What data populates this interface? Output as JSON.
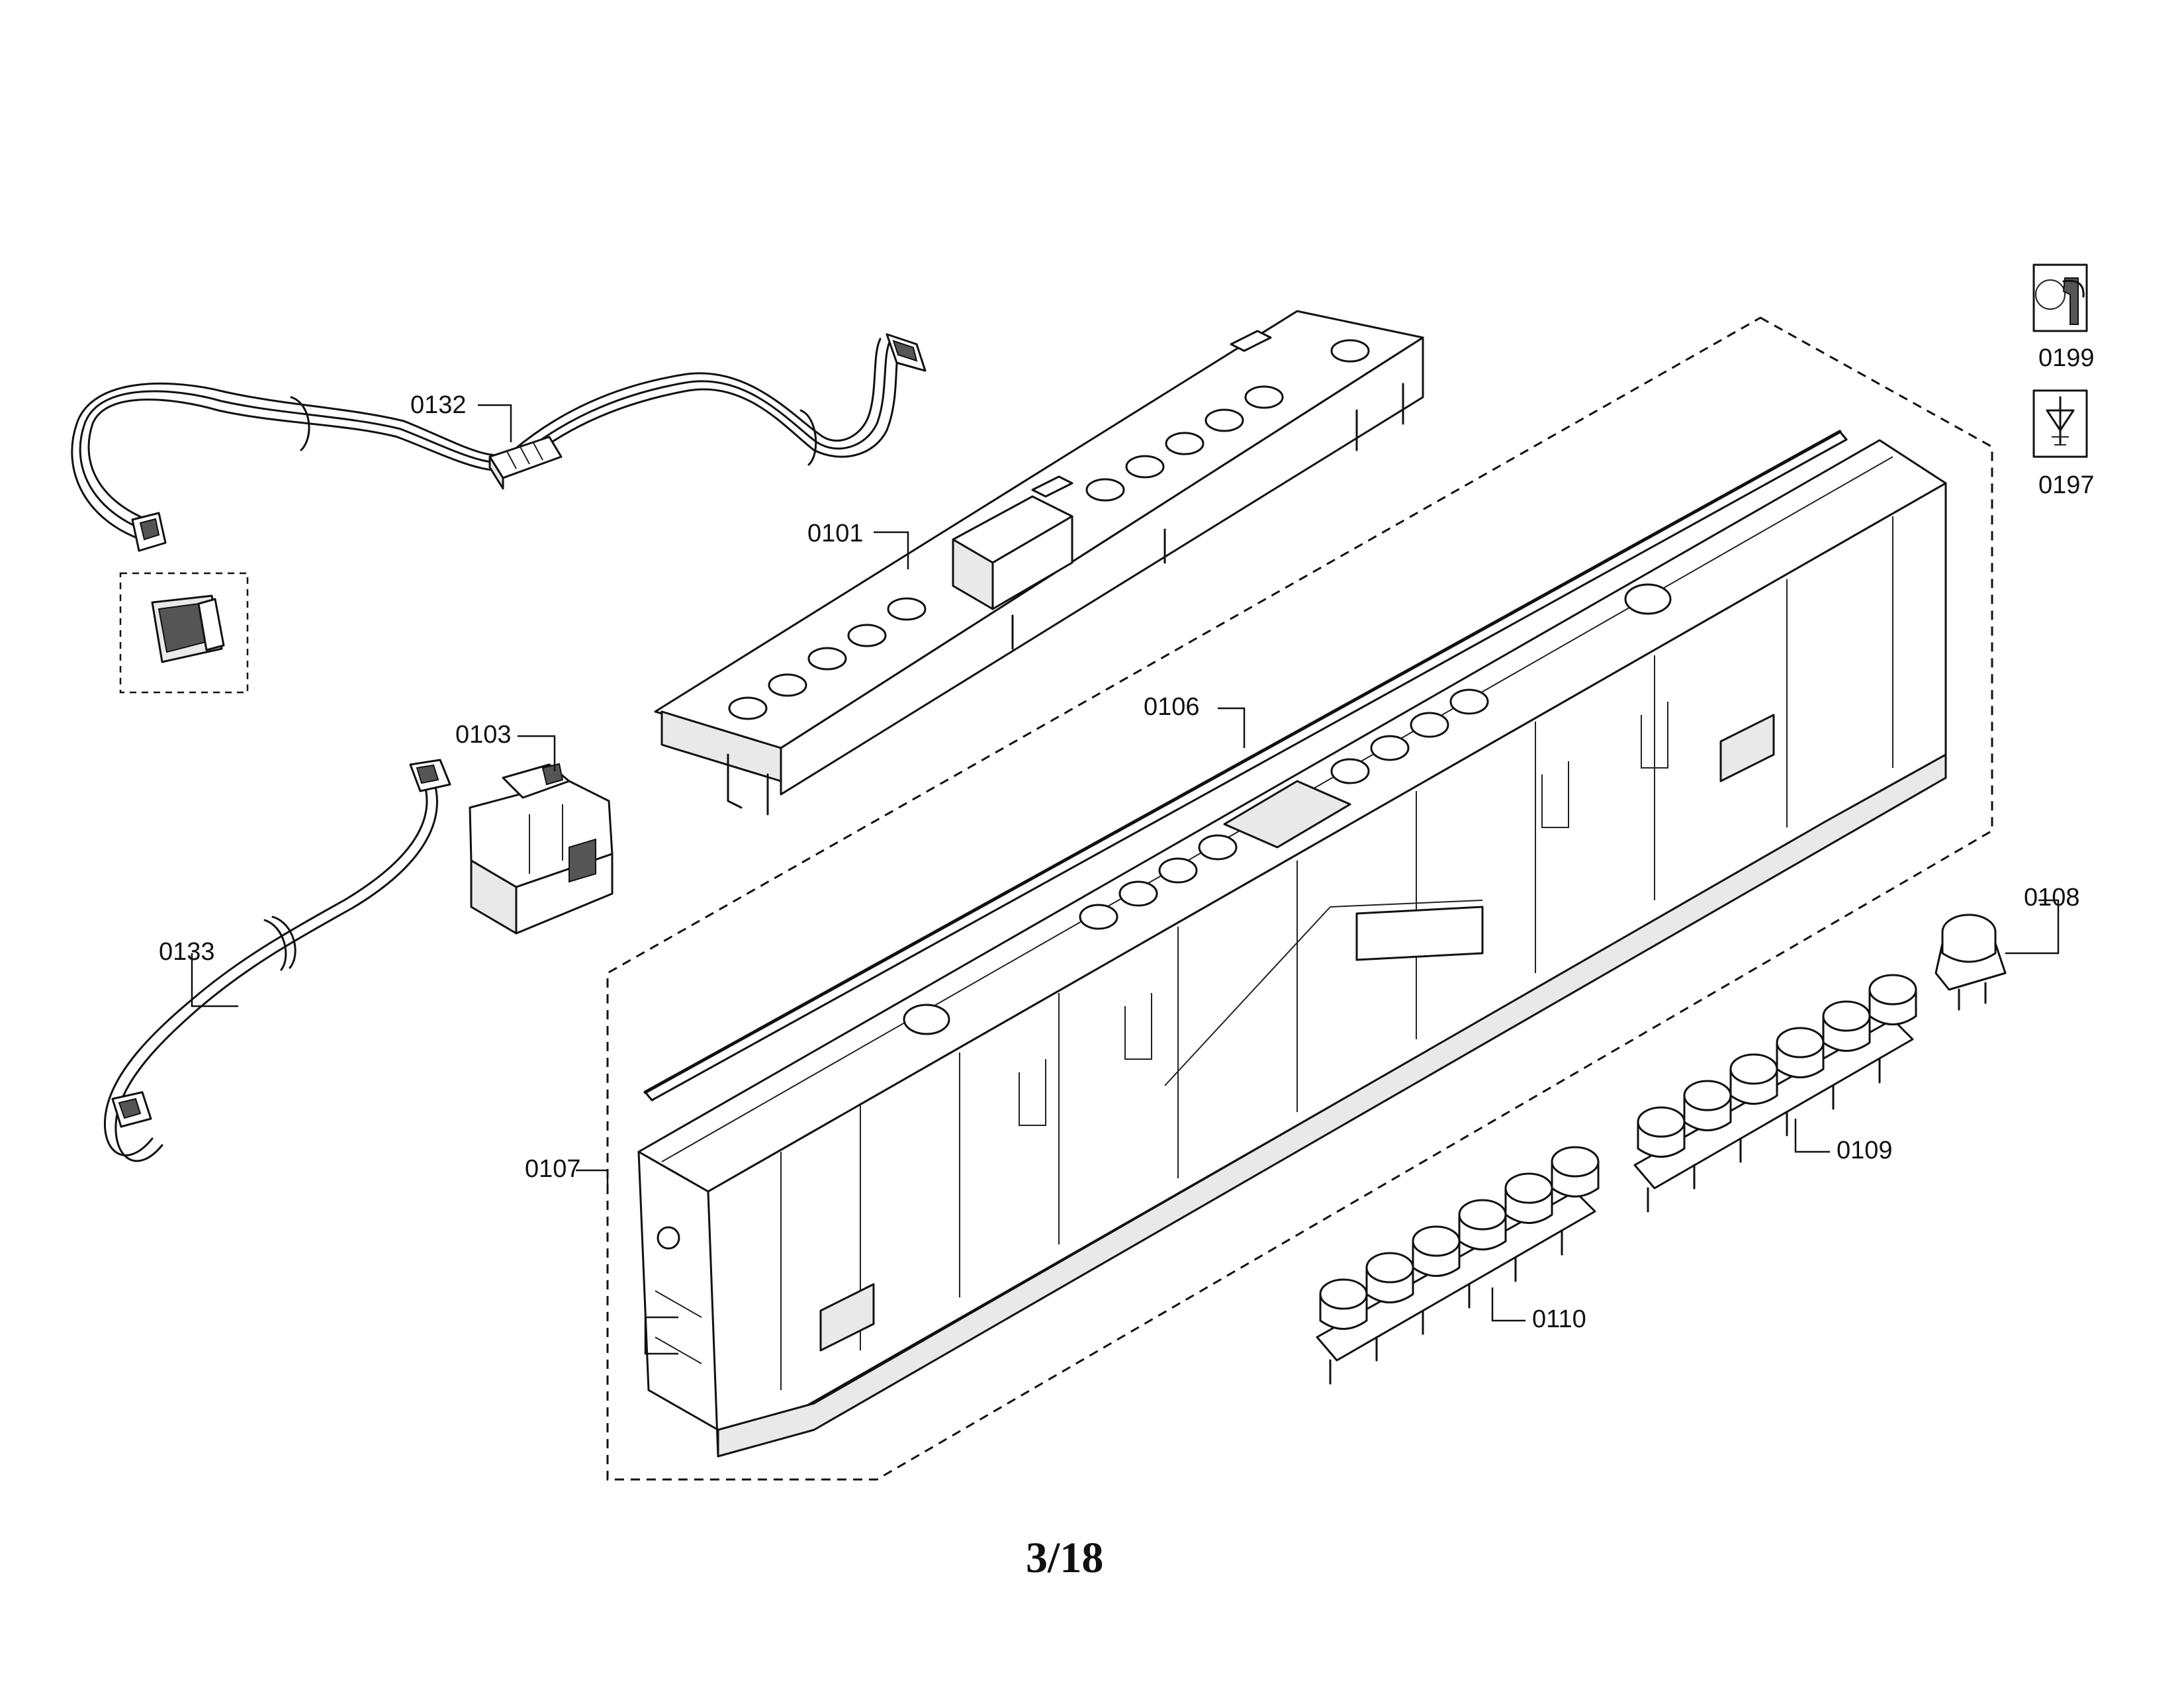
{
  "diagram": {
    "parts": [
      {
        "id": "0101"
      },
      {
        "id": "0103"
      },
      {
        "id": "0106"
      },
      {
        "id": "0107"
      },
      {
        "id": "0108"
      },
      {
        "id": "0109"
      },
      {
        "id": "0110"
      },
      {
        "id": "0132"
      },
      {
        "id": "0133"
      },
      {
        "id": "0199",
        "icon": "service-wrench-icon"
      },
      {
        "id": "0197",
        "icon": "screw-icon"
      }
    ],
    "page_number": "3/18"
  }
}
